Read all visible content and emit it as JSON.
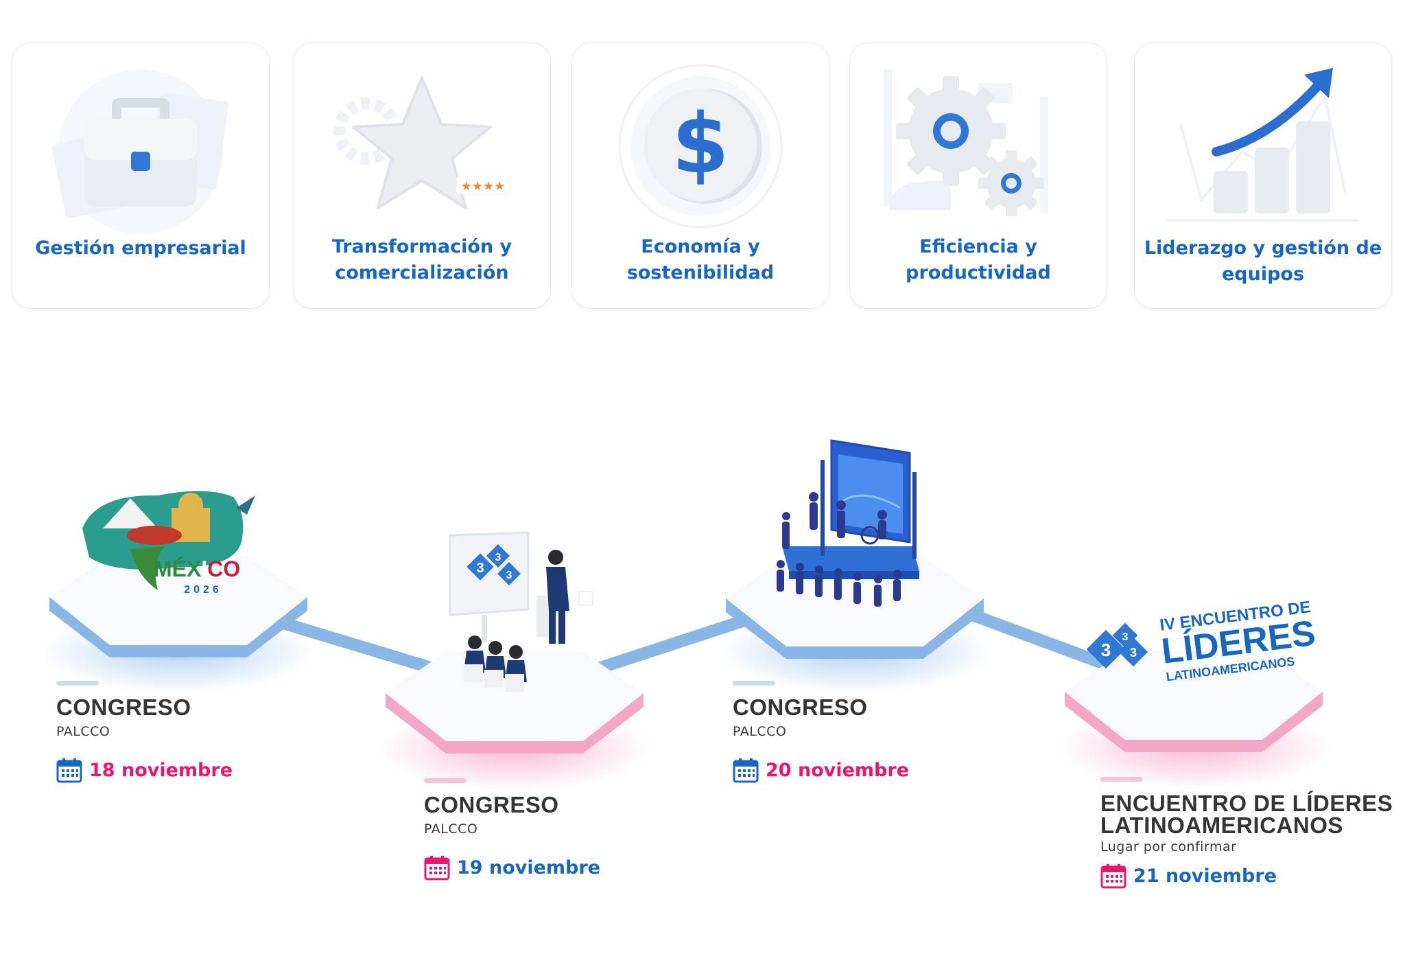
{
  "colors": {
    "brand_blue": "#1767c2",
    "brand_pink": "#e5176f",
    "platform_blue": "#8ab6e6",
    "platform_pink": "#f3a7c7",
    "text_dark": "#333338"
  },
  "cards": [
    {
      "label": "Gestión empresarial",
      "icon": "briefcase-icon"
    },
    {
      "label": "Transformación y comercialización",
      "icon": "star-icon"
    },
    {
      "label": "Economía y sostenibilidad",
      "icon": "dollar-coin-icon"
    },
    {
      "label": "Eficiencia y productividad",
      "icon": "gears-icon"
    },
    {
      "label": "Liderazgo y gestión de equipos",
      "icon": "growth-chart-icon"
    }
  ],
  "logos": {
    "mexico_word_1": "MÉX",
    "mexico_word_2": "I",
    "mexico_word_3": "CO",
    "mexico_year": "2026",
    "brand_digit": "3",
    "iv_line1": "IV ENCUENTRO DE",
    "iv_line2": "LÍDERES",
    "iv_line3": "LATINOAMERICANOS"
  },
  "timeline": [
    {
      "title": "CONGRESO",
      "venue": "PALCCO",
      "date": "18 noviembre",
      "icon": "calendar-icon"
    },
    {
      "title": "CONGRESO",
      "venue": "PALCCO",
      "date": "19 noviembre",
      "icon": "calendar-icon"
    },
    {
      "title": "CONGRESO",
      "venue": "PALCCO",
      "date": "20 noviembre",
      "icon": "calendar-icon"
    },
    {
      "title_line1": "ENCUENTRO DE LÍDERES",
      "title_line2": "LATINOAMERICANOS",
      "venue": "Lugar por confirmar",
      "date": "21 noviembre",
      "icon": "calendar-icon"
    }
  ]
}
